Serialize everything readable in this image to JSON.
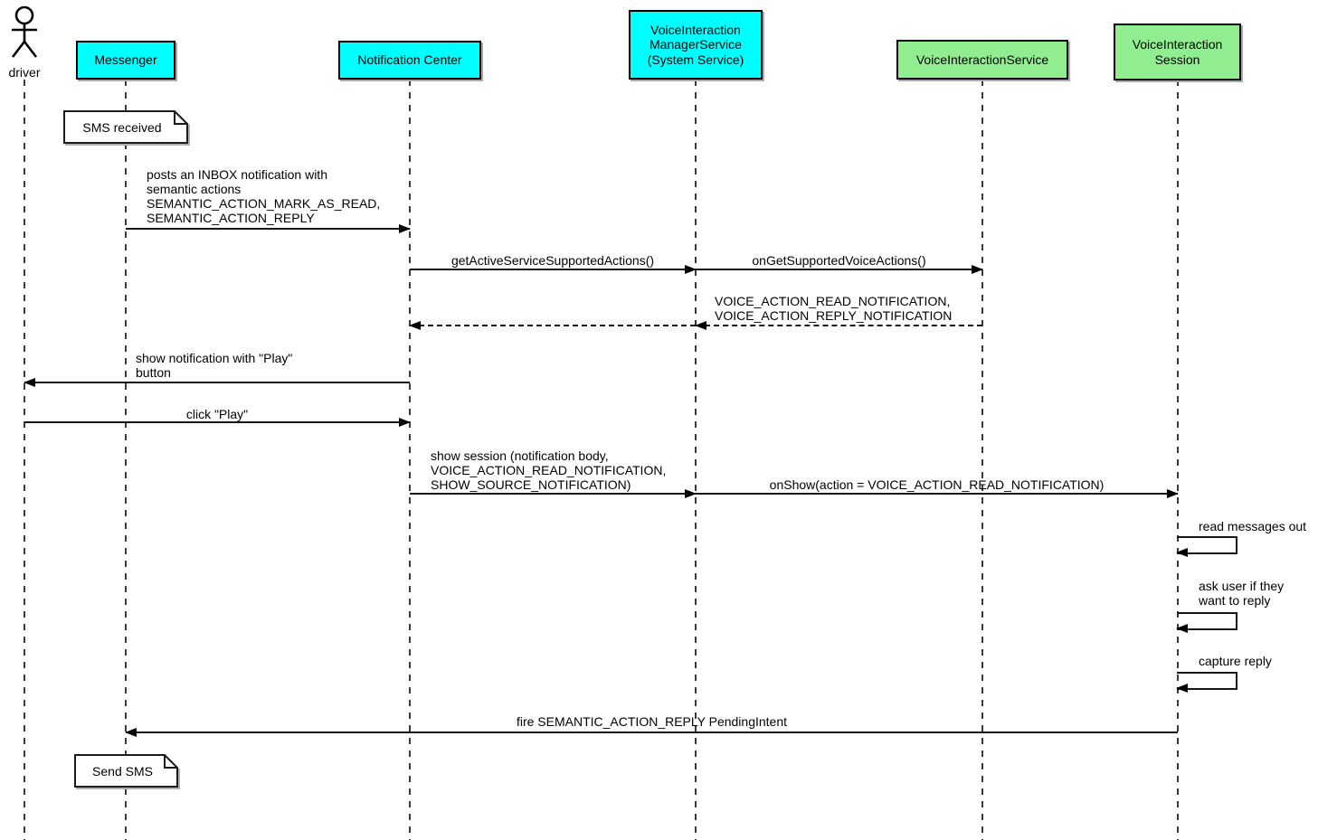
{
  "diagram_type": "uml-sequence",
  "actor": {
    "label": "driver"
  },
  "participants": [
    {
      "label": "Messenger",
      "fill": "#00FFFF"
    },
    {
      "label": "Notification Center",
      "fill": "#00FFFF"
    },
    {
      "label": "VoiceInteraction\nManagerService\n(System Service)",
      "fill": "#00FFFF"
    },
    {
      "label": "VoiceInteractionService",
      "fill": "#90EE90"
    },
    {
      "label": "VoiceInteraction\nSession",
      "fill": "#90EE90"
    }
  ],
  "notes": [
    {
      "text": "SMS received",
      "attached_to": "Messenger"
    },
    {
      "text": "Send SMS",
      "attached_to": "Messenger"
    }
  ],
  "messages": [
    {
      "label": "posts an INBOX notification with\nsemantic actions\nSEMANTIC_ACTION_MARK_AS_READ,\nSEMANTIC_ACTION_REPLY",
      "from": "Messenger",
      "to": "Notification Center",
      "style": "solid"
    },
    {
      "label": "getActiveServiceSupportedActions()",
      "from": "Notification Center",
      "to": "VoiceInteractionManagerService",
      "style": "solid"
    },
    {
      "label": "onGetSupportedVoiceActions()",
      "from": "VoiceInteractionManagerService",
      "to": "VoiceInteractionService",
      "style": "solid"
    },
    {
      "label": "VOICE_ACTION_READ_NOTIFICATION,\nVOICE_ACTION_REPLY_NOTIFICATION",
      "from": "VoiceInteractionService",
      "to": "Notification Center",
      "style": "dashed-return"
    },
    {
      "label": "show notification with \"Play\"\nbutton",
      "from": "Notification Center",
      "to": "driver",
      "style": "solid"
    },
    {
      "label": "click \"Play\"",
      "from": "driver",
      "to": "Notification Center",
      "style": "solid"
    },
    {
      "label": "show session (notification body,\nVOICE_ACTION_READ_NOTIFICATION,\nSHOW_SOURCE_NOTIFICATION)",
      "from": "Notification Center",
      "to": "VoiceInteractionManagerService",
      "style": "solid"
    },
    {
      "label": "onShow(action = VOICE_ACTION_READ_NOTIFICATION)",
      "from": "VoiceInteractionManagerService",
      "to": "VoiceInteractionSession",
      "style": "solid"
    },
    {
      "label": "read messages out",
      "from": "VoiceInteractionSession",
      "to": "VoiceInteractionSession",
      "style": "self"
    },
    {
      "label": "ask user if they\nwant to reply",
      "from": "VoiceInteractionSession",
      "to": "VoiceInteractionSession",
      "style": "self"
    },
    {
      "label": "capture reply",
      "from": "VoiceInteractionSession",
      "to": "VoiceInteractionSession",
      "style": "self"
    },
    {
      "label": "fire SEMANTIC_ACTION_REPLY PendingIntent",
      "from": "VoiceInteractionSession",
      "to": "Messenger",
      "style": "solid"
    }
  ],
  "colors": {
    "participant_cyan": "#00FFFF",
    "participant_green": "#90EE90",
    "line": "#161616",
    "background": "#FFFFFF"
  }
}
